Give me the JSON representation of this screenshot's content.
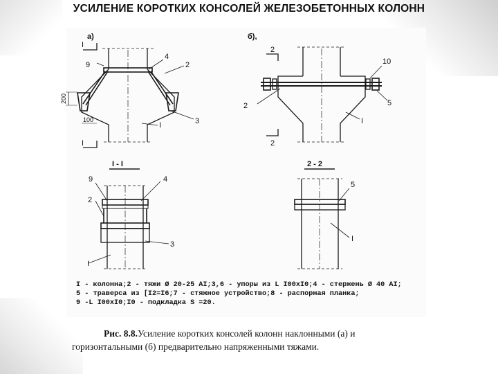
{
  "title": "УСИЛЕНИЕ КОРОТКИХ КОНСОЛЕЙ ЖЕЛЕЗОБЕТОННЫХ КОЛОНН",
  "drawing": {
    "view_a": "а)",
    "view_b": "б),",
    "section_11": "I - I",
    "section_22": "2 - 2",
    "labels": {
      "I": "I",
      "two": "2",
      "three": "3",
      "four": "4",
      "five": "5",
      "nine": "9",
      "ten": "10",
      "dim200": "200",
      "dim100": "100"
    }
  },
  "legend": {
    "line1": "I - колонна;2 - тяжи Ø 20-25 AI;3,6 - упоры из L I00xI0;4 - стержень Ø 40 AI;",
    "line2": "5 - траверса из [I2=I6;7 - стяжное устройство;8 - распорная планка;",
    "line3": "9 -L I00xI0;I0 - подкладка S =20."
  },
  "caption": {
    "fig_label": "Рис. 8.8.",
    "line1": "Усиление коротких консолей колонн наклонными (а) и",
    "line2": "горизонтальными (б) предварительно напряженными тяжами."
  }
}
